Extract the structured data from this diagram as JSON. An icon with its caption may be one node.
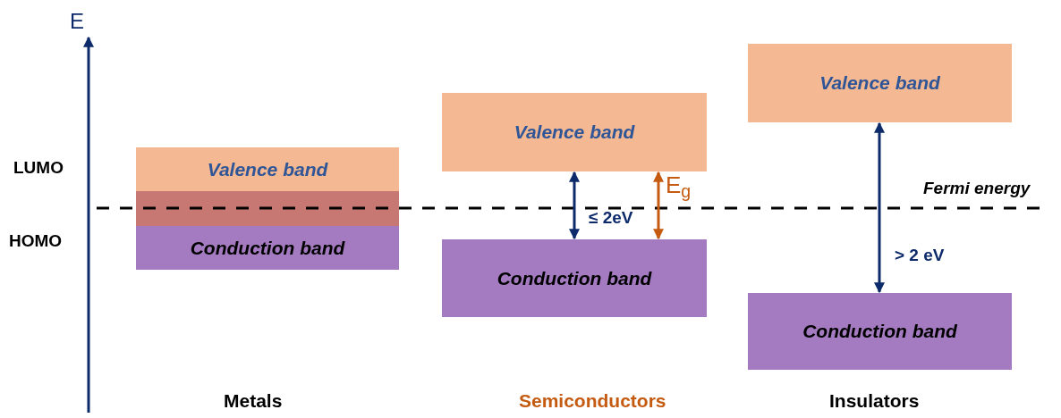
{
  "diagram": {
    "nodes": [
      {
        "text": [
          "Valence band"
        ]
      },
      {
        "text": [],
        "shape": "box"
      },
      {
        "text": [
          "Conduction band"
        ]
      },
      {
        "text": [
          "Valence band"
        ]
      },
      {
        "text": [
          "Conduction band"
        ]
      },
      {
        "text": [
          "Valence band"
        ]
      },
      {
        "text": [
          "Conduction band"
        ]
      }
    ],
    "edges": [
      {
        "from": 3,
        "to": 4,
        "arrow": "both",
        "label": "≤ 2eV"
      },
      {
        "from": 3,
        "to": 4,
        "arrow": "both",
        "label": "E$_{g}$",
        "color": "#c55a11"
      },
      {
        "from": 5,
        "to": 6,
        "arrow": "both",
        "label": "> 2 eV"
      }
    ],
    "labels": [
      "E",
      "LUMO",
      "Fermi energy",
      "HOMO",
      "Metals",
      "Semiconductors",
      "Insulators"
    ]
  }
}
